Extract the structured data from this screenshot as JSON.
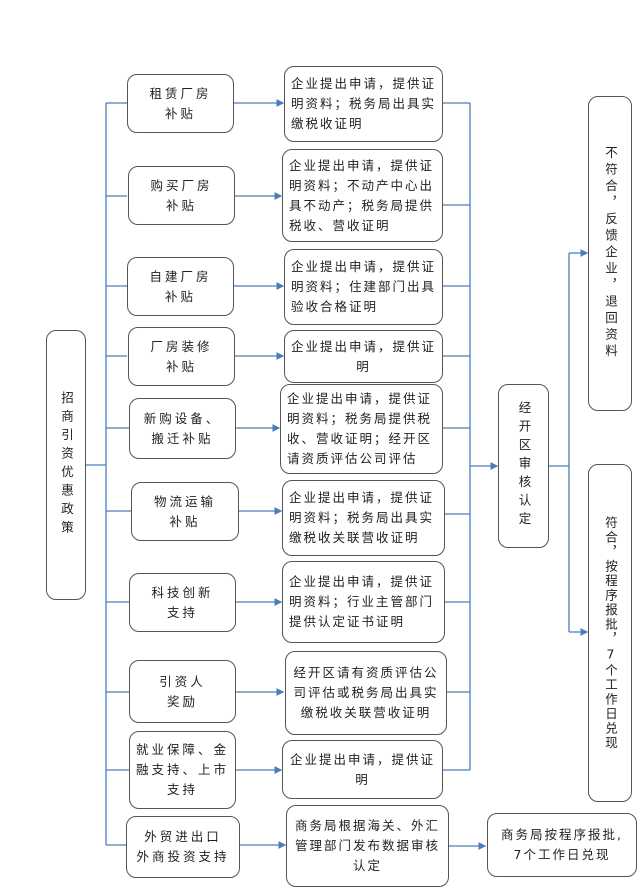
{
  "diagram": {
    "root": {
      "label": "招商引资优惠政策"
    },
    "policies": [
      {
        "label": "租赁厂房补贴",
        "lines": [
          "租赁厂房",
          "补贴"
        ],
        "requirement": "企业提出申请，提供证明资料；税务局出具实缴税收证明"
      },
      {
        "label": "购买厂房补贴",
        "lines": [
          "购买厂房",
          "补贴"
        ],
        "requirement": "企业提出申请，提供证明资料；不动产中心出具不动产；税务局提供税收、营收证明"
      },
      {
        "label": "自建厂房补贴",
        "lines": [
          "自建厂房",
          "补贴"
        ],
        "requirement": "企业提出申请，提供证明资料；住建部门出具验收合格证明"
      },
      {
        "label": "厂房装修补贴",
        "lines": [
          "厂房装修",
          "补贴"
        ],
        "requirement": "企业提出申请，提供证明"
      },
      {
        "label": "新购设备、搬迁补贴",
        "lines": [
          "新购设备、",
          "搬迁补贴"
        ],
        "requirement": "企业提出申请，提供证明资料；税务局提供税收、营收证明；经开区请资质评估公司评估"
      },
      {
        "label": "物流运输补贴",
        "lines": [
          "物流运输",
          "补贴"
        ],
        "requirement": "企业提出申请，提供证明资料；税务局出具实缴税收关联营收证明"
      },
      {
        "label": "科技创新支持",
        "lines": [
          "科技创新",
          "支持"
        ],
        "requirement": "企业提出申请，提供证明资料；行业主管部门提供认定证书证明"
      },
      {
        "label": "引资人奖励",
        "lines": [
          "引资人",
          "奖励"
        ],
        "requirement": "经开区请有资质评估公司评估或税务局出具实缴税收关联营收证明"
      },
      {
        "label": "就业保障、金融支持、上市支持",
        "lines": [
          "就业保障、金",
          "融支持、上市",
          "支持"
        ],
        "requirement": "企业提出申请，提供证明"
      },
      {
        "label": "外贸进出口外商投资支持",
        "lines": [
          "外贸进出口",
          "外商投资支持"
        ],
        "requirement": "商务局根据海关、外汇管理部门发布数据审核认定"
      }
    ],
    "review": {
      "label": "经开区审核认定"
    },
    "outcomes": {
      "reject": "不符合，反馈企业，退回资料",
      "approve": "符合，按程序报批，7个工作日兑现"
    },
    "trade_outcome": {
      "label": "商务局按程序报批，7个工作日兑现",
      "lines": [
        "商务局按程序报批,",
        "7个工作日兑现"
      ]
    }
  },
  "colors": {
    "connector": "#4a7ebb",
    "border": "#555555"
  }
}
